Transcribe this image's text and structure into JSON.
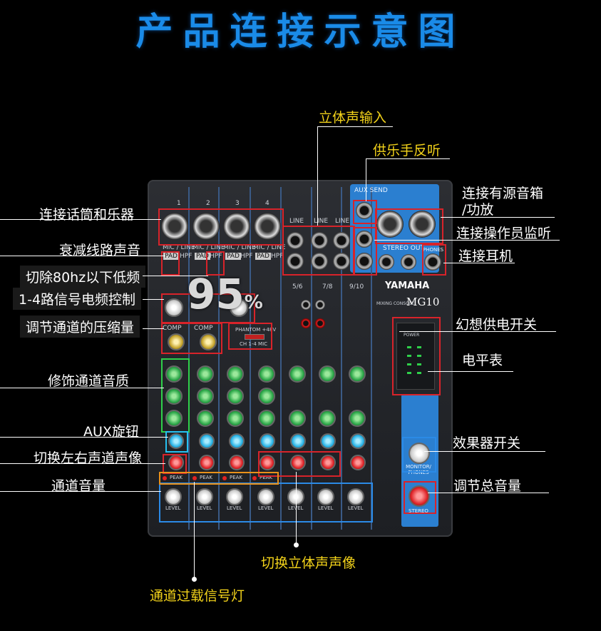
{
  "title": "产品连接示意图",
  "labels": {
    "stereo_input": "立体声输入",
    "aux_send": "供乐手反听",
    "powered_speaker": "连接有源音箱",
    "powered_speaker2": "/功放",
    "operator_monitor": "连接操作员监听",
    "headphones": "连接耳机",
    "mic_instrument": "连接话筒和乐器",
    "pad": "衰减线路声音",
    "hpf": "切除80hz以下低频",
    "gain": "1-4路信号电频控制",
    "comp": "调节通道的压缩量",
    "eq": "修饰通道音质",
    "aux_knob": "AUX旋钮",
    "pan": "切换左右声道声像",
    "level": "通道音量",
    "phantom": "幻想供电开关",
    "meter": "电平表",
    "fx_switch": "效果器开关",
    "master": "调节总音量",
    "balance": "切换立体声声像",
    "peak": "通道过载信号灯"
  },
  "mixer": {
    "brand": "YAMAHA",
    "model": "MG10",
    "subtitle": "MIXING CONSOLE",
    "channels": [
      "1",
      "2",
      "3",
      "4",
      "5/6",
      "7/8",
      "9/10"
    ],
    "mic_line": "MIC / LINE",
    "line": "LINE",
    "pad_label": "PAD",
    "hpf_label": "HPF",
    "comp_label": "COMP",
    "level_label": "LEVEL",
    "peak_label": "PEAK",
    "phantom_label": "PHANTOM +48V",
    "phantom_sub": "CH 1-4 MIC",
    "monitor_label": "MONITOR/ PHONES",
    "stereo_label": "STEREO",
    "power_label": "POWER",
    "aux_label": "AUX SEND",
    "stereo_out": "STEREO OUT",
    "phones_label": "PHONES"
  },
  "watermark": {
    "value": "95",
    "unit": "%"
  }
}
